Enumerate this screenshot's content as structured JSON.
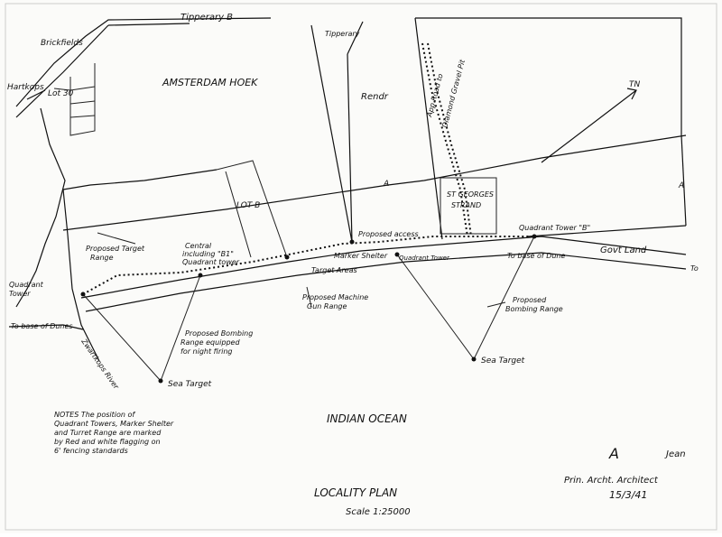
{
  "labels": {
    "tipperary_top": "Tipperary B",
    "tipperary_mid": "Tipperary",
    "brickfields": "Brickfields",
    "hartkops": "Hartkops",
    "lot30": "Lot 30",
    "amsterdam_hoek": "AMSTERDAM HOEK",
    "rendr": "Rendr",
    "app_road": "App Road to",
    "road_note": "Diamond Gravel Pit",
    "tn": "TN",
    "st_georges_1": "ST GEORGES",
    "st_georges_2": "STRAND",
    "lot_b": "LOT B",
    "proposed_target_1": "Proposed Target",
    "proposed_target_2": "Range",
    "central_1": "Central",
    "central_2": "including \"B1\"",
    "central_3": "Quadrant tower",
    "proposed_access": "Proposed access",
    "marker_shelter": "Marker Shelter",
    "target_areas": "Target Areas",
    "quadrant_tower_lower": "Quadrant Tower",
    "quadrant_tower_b": "Quadrant Tower \"B\"",
    "to_base_of_dune": "To base of Dune",
    "govt_land": "Govt Land",
    "to": "To",
    "quadrant_tower_left_1": "Quadrant",
    "quadrant_tower_left_2": "Tower",
    "to_ibase": "To base of Dunes",
    "proposed_mg_1": "Proposed Machine",
    "proposed_mg_2": "Gun Range",
    "proposed_bombing_left_1": "Proposed Bombing",
    "proposed_bombing_left_2": "Range equipped",
    "proposed_bombing_left_3": "for night firing",
    "proposed_bombing_right_1": "Proposed",
    "proposed_bombing_right_2": "Bombing Range",
    "river": "Zwartkops River",
    "sea_target_left": "Sea Target",
    "sea_target_right": "Sea Target",
    "indian_ocean": "INDIAN OCEAN",
    "notes_1": "NOTES The position of",
    "notes_2": "Quadrant Towers, Marker Shelter",
    "notes_3": "and Turret Range are marked",
    "notes_4": "by Red and white flagging on",
    "notes_5": "6' fencing standards",
    "title": "LOCALITY PLAN",
    "scale": "Scale 1:25000",
    "sig_1": "A",
    "sig_2": "Prin. Archt. Architect",
    "date": "15/3/41",
    "flag": "Jean",
    "a_right": "A",
    "a_mid": "A"
  }
}
